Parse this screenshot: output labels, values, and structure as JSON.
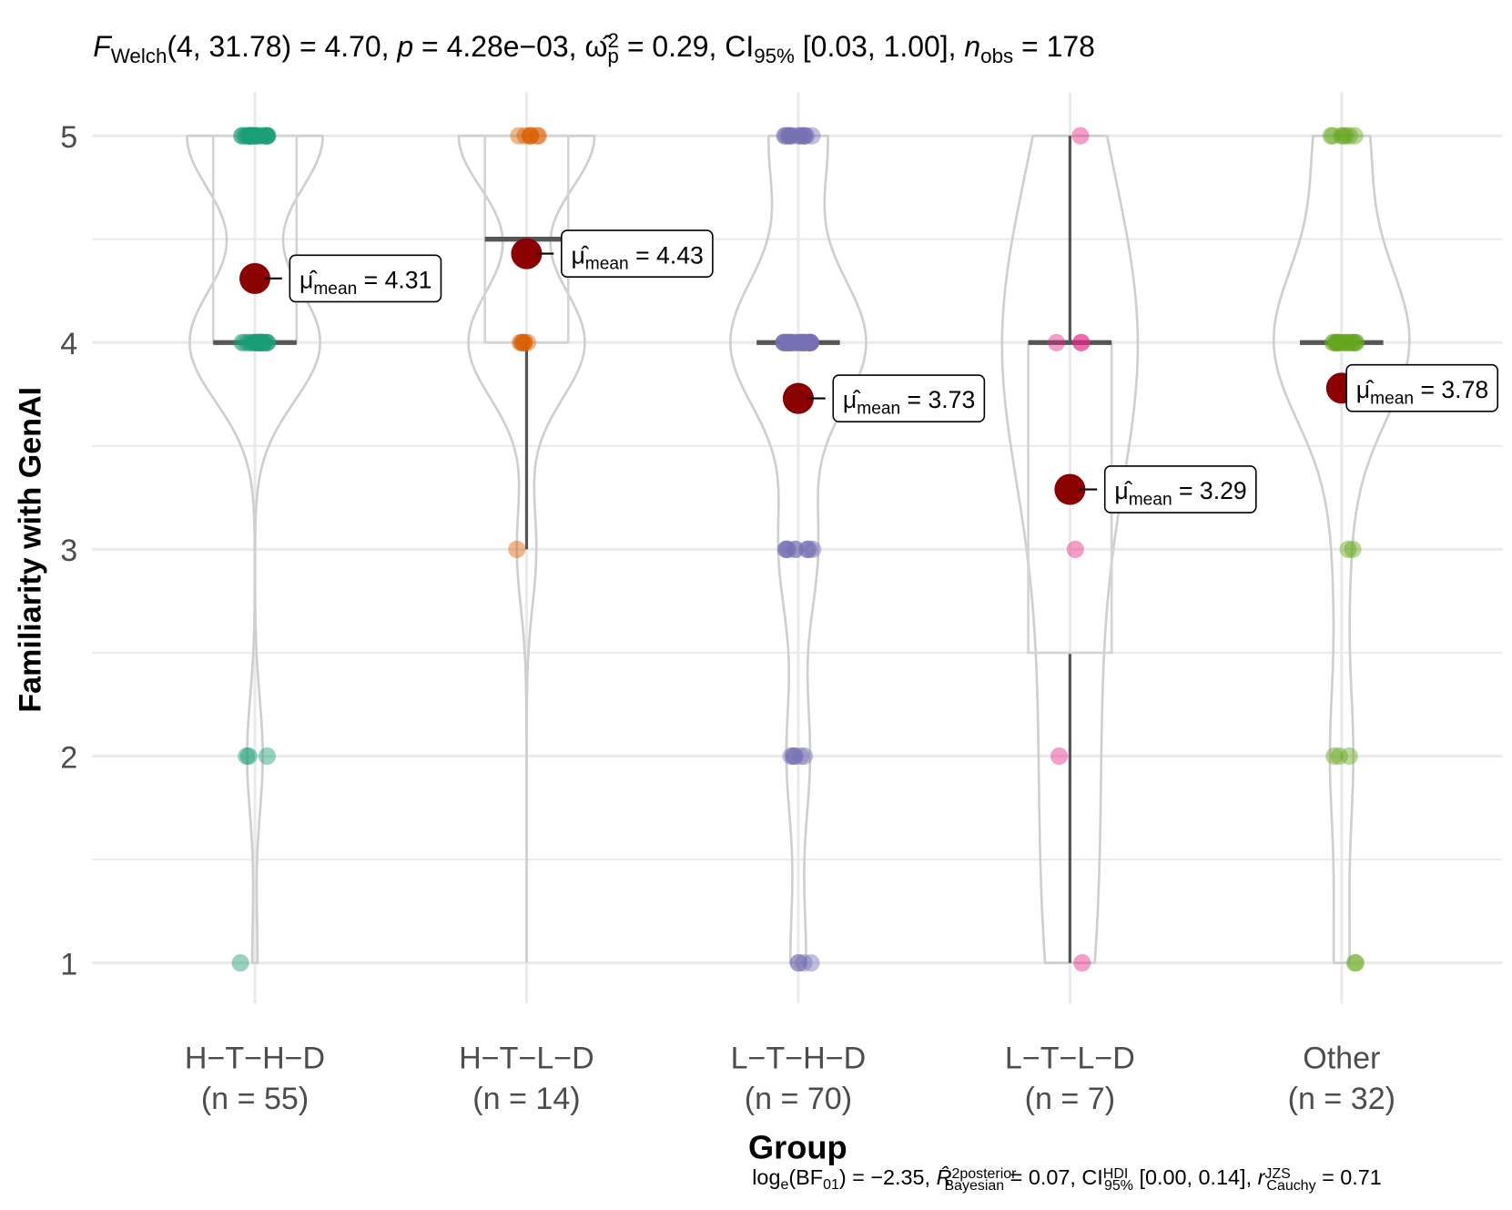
{
  "chart_data": {
    "type": "violin-box-jitter",
    "subtitle": [
      {
        "t": "F",
        "s": "it"
      },
      {
        "t": "Welch",
        "s": "sub"
      },
      {
        "t": "(4, 31.78) = 4.70, ",
        "s": ""
      },
      {
        "t": "p",
        "s": "it"
      },
      {
        "t": " = 4.28e−03, ",
        "s": ""
      },
      {
        "t": "ω̂",
        "s": ""
      },
      {
        "t": "p",
        "s": "sub"
      },
      {
        "t": "2",
        "s": "supback"
      },
      {
        "t": " = 0.29, CI",
        "s": ""
      },
      {
        "t": "95%",
        "s": "sub"
      },
      {
        "t": " [0.03, 1.00], ",
        "s": ""
      },
      {
        "t": "n",
        "s": "it"
      },
      {
        "t": "obs",
        "s": "sub"
      },
      {
        "t": " = 178",
        "s": ""
      }
    ],
    "caption": [
      {
        "t": "log",
        "s": ""
      },
      {
        "t": "e",
        "s": "sub"
      },
      {
        "t": "(BF",
        "s": ""
      },
      {
        "t": "01",
        "s": "sub"
      },
      {
        "t": ") = −2.35, ",
        "s": ""
      },
      {
        "t": "R̂",
        "s": "it"
      },
      {
        "t": "2",
        "s": "sup"
      },
      {
        "t": "posterior",
        "s": "sup"
      },
      {
        "t": "Bayesian",
        "s": "subback"
      },
      {
        "t": " = 0.07, CI",
        "s": ""
      },
      {
        "t": "HDI",
        "s": "sup"
      },
      {
        "t": "95%",
        "s": "subback"
      },
      {
        "t": " [0.00, 0.14], ",
        "s": ""
      },
      {
        "t": "r",
        "s": "it"
      },
      {
        "t": "JZS",
        "s": "sup"
      },
      {
        "t": "Cauchy",
        "s": "subback"
      },
      {
        "t": " = 0.71",
        "s": ""
      }
    ],
    "xlabel": "Group",
    "ylabel": "Familiarity with GenAI",
    "ylim": [
      0.8,
      5.2
    ],
    "yticks": [
      1,
      2,
      3,
      4,
      5
    ],
    "grid": true,
    "mean_color": "#8B0000",
    "mean_label_prefix": "μ̂",
    "mean_label_sub": "mean",
    "groups": [
      {
        "name": "H−T−H−D",
        "n_label": "(n = 55)",
        "color": "#1B9E77",
        "mean": 4.31,
        "mean_label": "4.31",
        "median": 4,
        "q1": 4,
        "q3": 5,
        "whisker": [
          4,
          5
        ],
        "counts": {
          "1": 1,
          "2": 3,
          "4": 25,
          "5": 26
        }
      },
      {
        "name": "H−T−L−D",
        "n_label": "(n = 14)",
        "color": "#D95F02",
        "mean": 4.43,
        "mean_label": "4.43",
        "median": 4.5,
        "q1": 4,
        "q3": 5,
        "whisker": [
          3,
          5
        ],
        "counts": {
          "3": 1,
          "4": 6,
          "5": 7
        }
      },
      {
        "name": "L−T−H−D",
        "n_label": "(n = 70)",
        "color": "#7570B3",
        "mean": 3.73,
        "mean_label": "3.73",
        "median": 4,
        "q1": 4,
        "q3": 4,
        "whisker": [
          4,
          4
        ],
        "counts": {
          "1": 4,
          "2": 6,
          "3": 10,
          "4": 35,
          "5": 15
        }
      },
      {
        "name": "L−T−L−D",
        "n_label": "(n = 7)",
        "color": "#E7298A",
        "mean": 3.29,
        "mean_label": "3.29",
        "median": 4,
        "q1": 2.5,
        "q3": 4,
        "whisker": [
          1,
          5
        ],
        "counts": {
          "1": 1,
          "2": 1,
          "3": 1,
          "4": 3,
          "5": 1
        }
      },
      {
        "name": "Other",
        "n_label": "(n = 32)",
        "color": "#66A61E",
        "mean": 3.78,
        "mean_label": "3.78",
        "median": 4,
        "q1": 4,
        "q3": 4,
        "whisker": [
          4,
          4
        ],
        "counts": {
          "1": 2,
          "2": 3,
          "3": 2,
          "4": 18,
          "5": 7
        }
      }
    ]
  }
}
